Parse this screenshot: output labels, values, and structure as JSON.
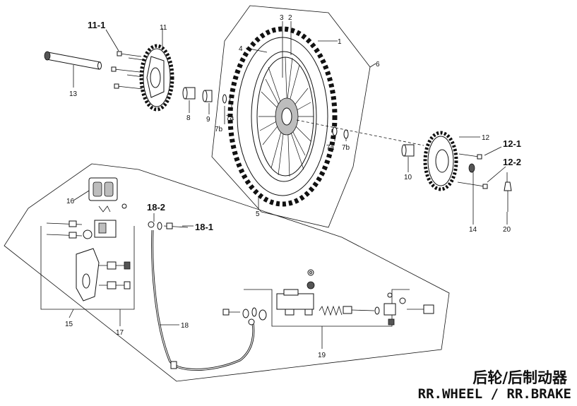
{
  "title": {
    "cn": "后轮/后制动器",
    "en": "RR.WHEEL / RR.BRAKE"
  },
  "callouts": {
    "c1": "1",
    "c2": "2",
    "c3": "3",
    "c4": "4",
    "c5": "5",
    "c6": "6",
    "c7a_left": "7a",
    "c7b_left": "7b",
    "c7a_right": "7a",
    "c7b_right": "7b",
    "c8": "8",
    "c9": "9",
    "c10": "10",
    "c11": "11",
    "c11_1": "11-1",
    "c12": "12",
    "c12_1": "12-1",
    "c12_2": "12-2",
    "c13": "13",
    "c14": "14",
    "c15": "15",
    "c16": "16",
    "c17": "17",
    "c18": "18",
    "c18_1": "18-1",
    "c18_2": "18-2",
    "c19": "19",
    "c20": "20"
  }
}
